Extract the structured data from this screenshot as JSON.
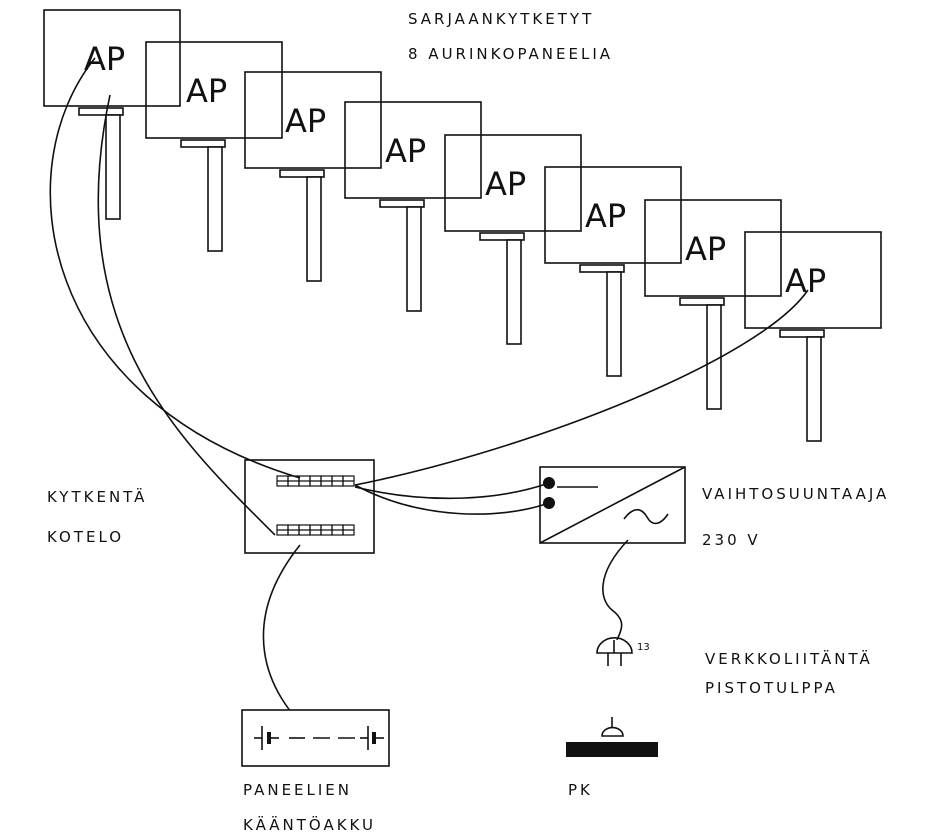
{
  "title": {
    "line1": "SARJAANKYTKETYT",
    "line2": "8 AURINKOPANEELIA"
  },
  "panels": [
    {
      "label": "AP"
    },
    {
      "label": "AP"
    },
    {
      "label": "AP"
    },
    {
      "label": "AP"
    },
    {
      "label": "AP"
    },
    {
      "label": "AP"
    },
    {
      "label": "AP"
    },
    {
      "label": "AP"
    }
  ],
  "junction_box": {
    "line1": "KYTKENTÄ",
    "line2": "KOTELO"
  },
  "inverter": {
    "line1": "VAIHTOSUUNTAAJA",
    "line2": "230 V"
  },
  "grid_plug": {
    "line1": "VERKKOLIITÄNTÄ",
    "line2": "PISTOTULPPA",
    "number": "13"
  },
  "battery": {
    "line1": "PANEELIEN",
    "line2": "KÄÄNTÖAKKU"
  },
  "pk": {
    "label": "PK"
  }
}
